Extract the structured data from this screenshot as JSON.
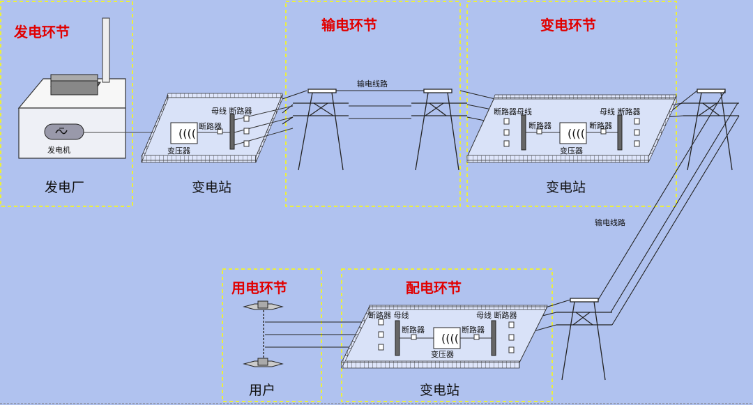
{
  "sections": {
    "generation": "发电环节",
    "transmission": "输电环节",
    "transformation": "变电环节",
    "consumption": "用电环节",
    "distribution": "配电环节"
  },
  "labels": {
    "power_plant": "发电厂",
    "generator": "发电机",
    "substation_1": "变电站",
    "substation_2": "变电站",
    "substation_3": "变电站",
    "user": "用户",
    "transmission_line_1": "输电线路",
    "transmission_line_2": "输电线路",
    "sub1_bus_breaker": "母线 断路器",
    "sub1_breaker": "断路器",
    "sub1_transformer": "变压器",
    "sub2_breaker_bus": "断路器母线",
    "sub2_breaker_left": "断路器",
    "sub2_transformer": "变压器",
    "sub2_breaker_right": "断路器",
    "sub2_bus_breaker": "母线 断路器",
    "sub3_breaker_bus": "断路器 母线",
    "sub3_breaker_left": "断路器",
    "sub3_transformer": "变压器",
    "sub3_breaker_right": "断路器",
    "sub3_bus_breaker": "母线 断路器"
  },
  "colors": {
    "background": "#b0c2ef",
    "section_title": "#e10000",
    "frame": "#ffff00"
  }
}
